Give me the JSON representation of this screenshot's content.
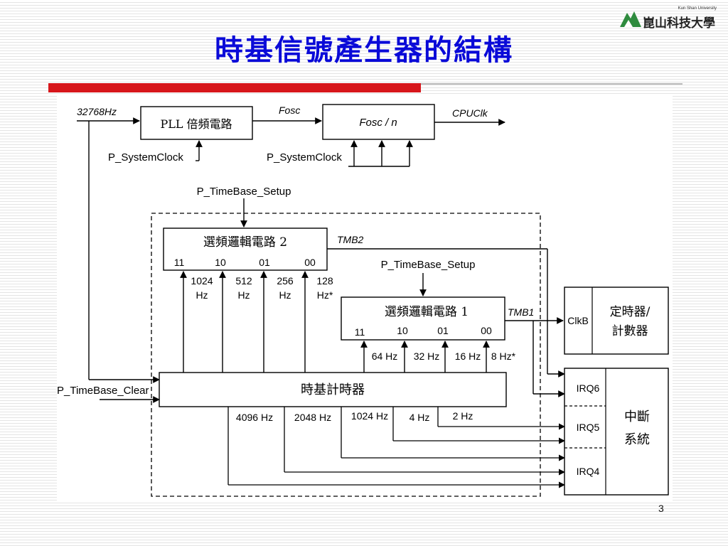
{
  "slide": {
    "title": "時基信號產生器的結構",
    "page_number": "3",
    "logo": {
      "english": "Kun Shan University",
      "chinese": "崑山科技大學"
    }
  },
  "colors": {
    "title": "#0a0ad8",
    "rule": "#d7161b"
  },
  "diagram": {
    "input_signal": "32768Hz",
    "pll_block": "PLL 倍頻電路",
    "fosc_signal": "Fosc",
    "divider_block": "Fosc / n",
    "output_signal": "CPUClk",
    "system_clock_1": "P_SystemClock",
    "system_clock_2": "P_SystemClock",
    "timebase_setup_top": "P_TimeBase_Setup",
    "selector2": {
      "title": "選頻邏輯電路 2",
      "pins": [
        "11",
        "10",
        "01",
        "00"
      ],
      "inputs": [
        [
          "1024",
          "Hz"
        ],
        [
          "512",
          "Hz"
        ],
        [
          "256",
          "Hz"
        ],
        [
          "128",
          "Hz*"
        ]
      ],
      "output": "TMB2"
    },
    "timebase_setup_mid": "P_TimeBase_Setup",
    "selector1": {
      "title": "選頻邏輯電路 1",
      "pins": [
        "11",
        "10",
        "01",
        "00"
      ],
      "inputs": [
        "64 Hz",
        "32 Hz",
        "16 Hz",
        "8 Hz*"
      ],
      "output": "TMB1"
    },
    "timer_block": {
      "clk": "ClkB",
      "label_line1": "定時器/",
      "label_line2": "計數器"
    },
    "counter_block": "時基計時器",
    "clear_signal": "P_TimeBase_Clear",
    "counter_outputs": [
      "4096 Hz",
      "2048 Hz",
      "1024 Hz",
      "4 Hz",
      "2 Hz"
    ],
    "interrupt": {
      "irq": [
        "IRQ6",
        "IRQ5",
        "IRQ4"
      ],
      "label_line1": "中斷",
      "label_line2": "系統"
    }
  }
}
